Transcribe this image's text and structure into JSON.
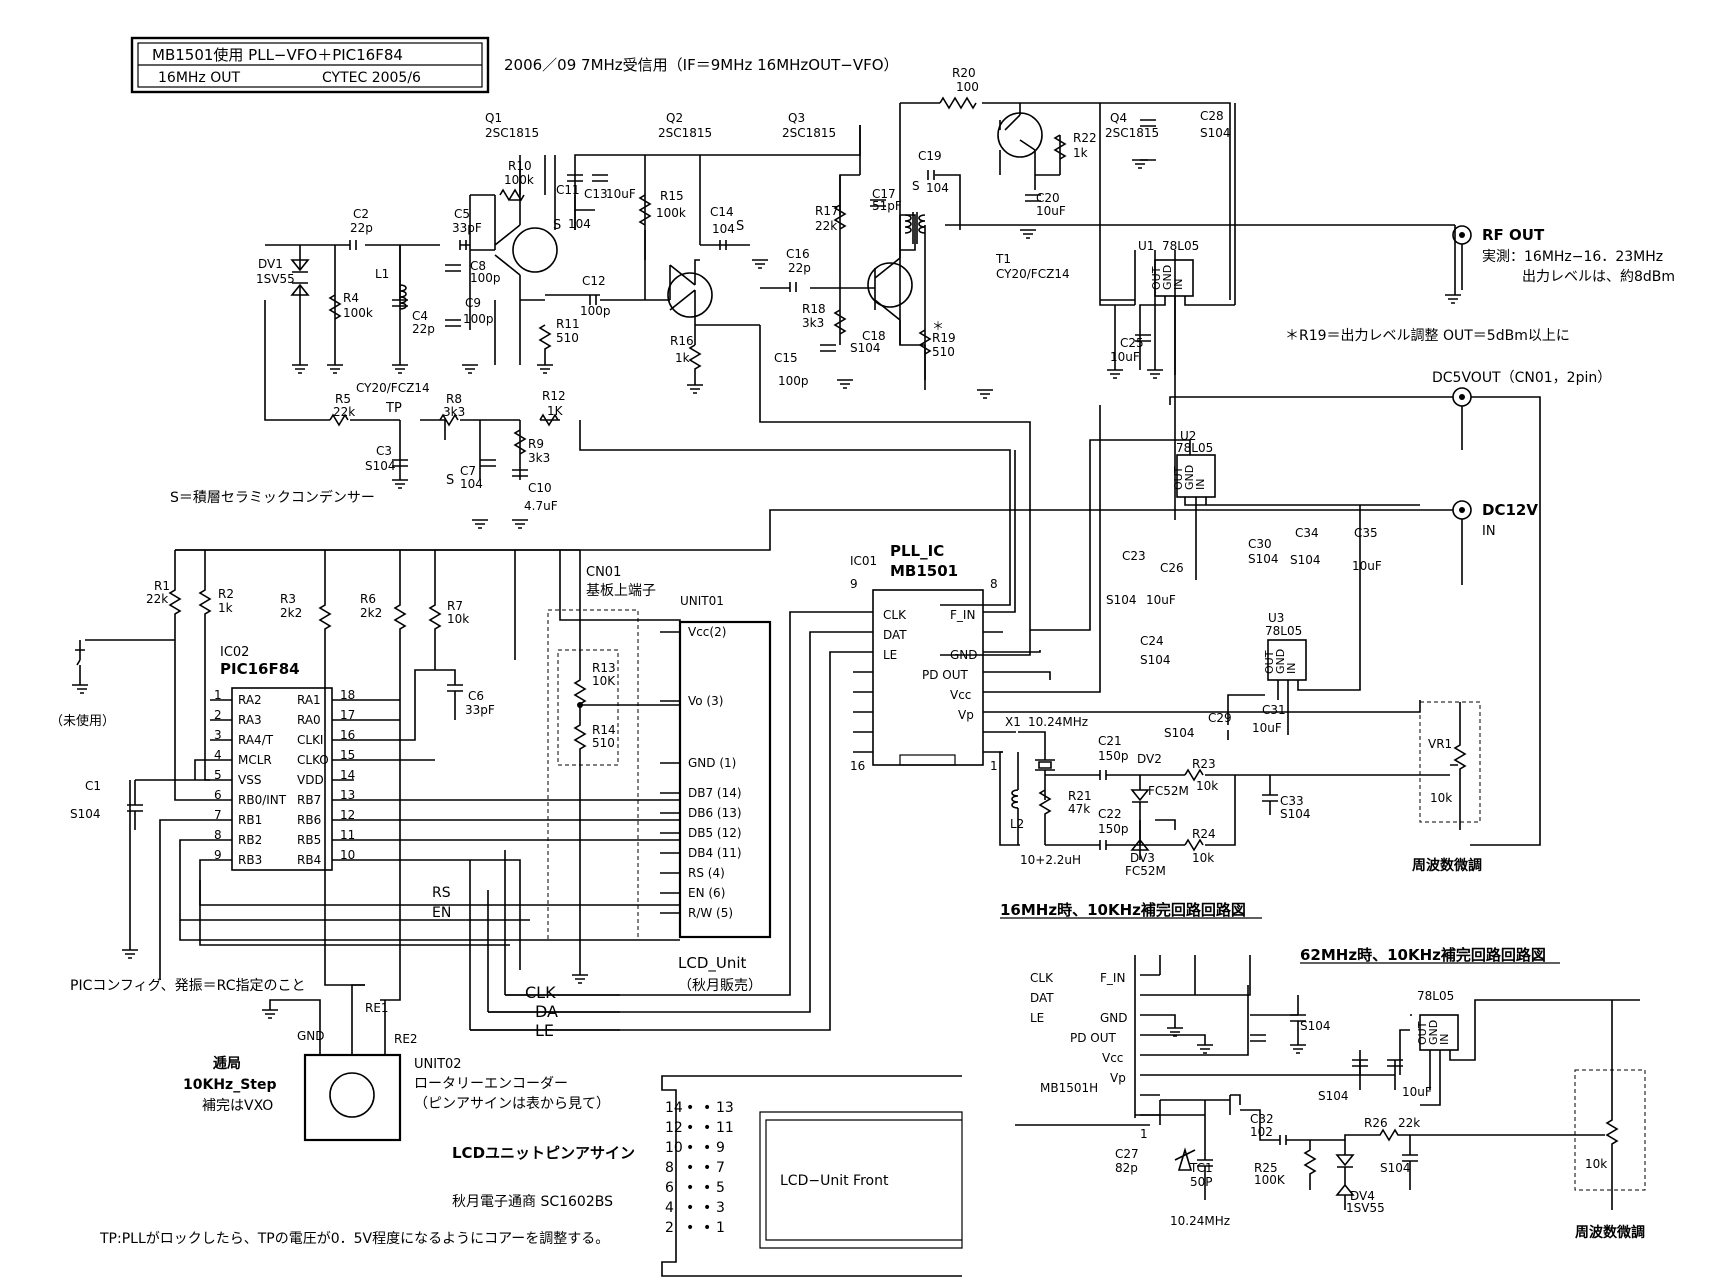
{
  "title_box": {
    "line1": "MB1501使用  PLL−VFO＋PIC16F84",
    "line2_left": "16MHz  OUT",
    "line2_right": "CYTEC  2005/6"
  },
  "subtitle": "2006／09  7MHz受信用（IF＝9MHz  16MHzOUT−VFO）",
  "transistors": {
    "q1": [
      "Q1",
      "2SC1815"
    ],
    "q2": [
      "Q2",
      "2SC1815"
    ],
    "q3": [
      "Q3",
      "2SC1815"
    ],
    "q4": [
      "Q4",
      "2SC1815"
    ]
  },
  "components": {
    "r20": [
      "R20",
      "100"
    ],
    "c28": [
      "C28",
      "S104"
    ],
    "r22": [
      "R22",
      "1k"
    ],
    "c20": [
      "C20",
      "10uF"
    ],
    "c19": [
      "C19",
      "S",
      "104"
    ],
    "c17": [
      "C17",
      "51pF"
    ],
    "t1": [
      "T1",
      "CY20/FCZ14"
    ],
    "r17": [
      "R17",
      "22k"
    ],
    "r18": [
      "R18",
      "3k3"
    ],
    "c18": [
      "C18",
      "S104"
    ],
    "r19": [
      "＊",
      "R19",
      "510"
    ],
    "c16": [
      "C16",
      "22p"
    ],
    "c15": [
      "C15",
      "100p"
    ],
    "r16": [
      "R16",
      "1k"
    ],
    "c14": [
      "C14",
      "104",
      "S"
    ],
    "r15": [
      "R15",
      "100k"
    ],
    "c11": [
      "C11",
      "104"
    ],
    "c13": [
      "C13",
      "10uF"
    ],
    "s_q1": "S",
    "r10": [
      "R10",
      "100k"
    ],
    "c12": [
      "C12",
      "100p"
    ],
    "c8": [
      "C8",
      "100p"
    ],
    "c9": [
      "C9",
      "100p"
    ],
    "r11": [
      "R11",
      "510"
    ],
    "c5": [
      "C5",
      "33pF"
    ],
    "c2": [
      "C2",
      "22p"
    ],
    "dv1": [
      "DV1",
      "1SV55"
    ],
    "r4": [
      "R4",
      "100k"
    ],
    "l1": [
      "L1"
    ],
    "c4": [
      "C4",
      "22p"
    ],
    "l1_part": "CY20/FCZ14",
    "r5": [
      "R5",
      "22k"
    ],
    "tp": "TP",
    "r8": [
      "R8",
      "3k3"
    ],
    "r12": [
      "R12",
      "1K"
    ],
    "r9": [
      "R9",
      "3k3"
    ],
    "c3": [
      "C3",
      "S104"
    ],
    "c7": [
      "C7",
      "S",
      "104"
    ],
    "c10": [
      "C10",
      "4.7uF"
    ],
    "u1": [
      "U1",
      "78L05"
    ],
    "c25": [
      "C25",
      "10uF"
    ],
    "u2": [
      "U2",
      "78L05"
    ],
    "u3": [
      "U3",
      "78L05"
    ],
    "c23": [
      "C23",
      "S104"
    ],
    "c26": [
      "C26",
      "10uF"
    ],
    "c30": [
      "C30",
      "S104"
    ],
    "c34": [
      "C34",
      "S104"
    ],
    "c35": [
      "C35",
      "10uF"
    ],
    "c24": [
      "C24",
      "S104"
    ],
    "c29": [
      "C29",
      "S104"
    ],
    "c31": [
      "C31",
      "10uF"
    ],
    "x1": [
      "X1",
      "10.24MHz"
    ],
    "c21": [
      "C21",
      "150p"
    ],
    "dv2": [
      "DV2",
      "FC52M"
    ],
    "r23": [
      "R23",
      "10k"
    ],
    "r21": [
      "R21",
      "47k"
    ],
    "l2": [
      "L2",
      "10+2.2uH"
    ],
    "c22": [
      "C22",
      "150p"
    ],
    "dv3": [
      "DV3",
      "FC52M"
    ],
    "r24": [
      "R24",
      "10k"
    ],
    "c33": [
      "C33",
      "S104"
    ],
    "vr1": [
      "VR1",
      "10k"
    ],
    "r1": [
      "R1",
      "22k"
    ],
    "r2": [
      "R2",
      "1k"
    ],
    "r3": [
      "R3",
      "2k2"
    ],
    "r6": [
      "R6",
      "2k2"
    ],
    "r7": [
      "R7",
      "10k"
    ],
    "c6": [
      "C6",
      "33pF"
    ],
    "c1": [
      "C1",
      "S104"
    ],
    "r13": [
      "R13",
      "10K"
    ],
    "r14": [
      "R14",
      "510"
    ],
    "sw_unused": "（未使用）",
    "gnd_label": "GND",
    "re1": "RE1",
    "re2": "RE2"
  },
  "ports": {
    "rf_out": "RF OUT",
    "rf_note1": "実測：16MHz−16．23MHz",
    "rf_note2": "出力レベルは、約8dBm",
    "r19_note": "＊R19＝出力レベル調整  OUT＝5dBm以上に",
    "dc5v": "DC5VOUT（CN01，2pin）",
    "dc12v": "DC12V",
    "dc12v_in": "IN"
  },
  "regulator_pins": [
    "OUT",
    "GND",
    "IN"
  ],
  "notes": {
    "ceramic": "S＝積層セラミックコンデンサー",
    "pic_config": "PICコンフィグ、発振＝RC指定のこと",
    "tp_note": "TP:PLLがロックしたら、TPの電圧が0．5V程度になるようにコアーを調整する。",
    "tune1": "周波数微調",
    "tune2": "周波数微調",
    "comp16": "16MHz時、10KHz補完回路回路図",
    "comp62": "62MHz時、10KHz補完回路回路図"
  },
  "pll": {
    "title1": "PLL_IC",
    "title2": "MB1501",
    "ref": "IC01",
    "pin9": "9",
    "pin8": "8",
    "pin16": "16",
    "pin1": "1",
    "left_pins": [
      "CLK",
      "DAT",
      "LE"
    ],
    "right_pins": [
      "F_IN",
      "GND",
      "PD OUT",
      "Vcc",
      "Vp"
    ]
  },
  "pic": {
    "ref": "IC02",
    "name": "PIC16F84",
    "left": [
      [
        "1",
        "RA2"
      ],
      [
        "2",
        "RA3"
      ],
      [
        "3",
        "RA4/T"
      ],
      [
        "4",
        "MCLR"
      ],
      [
        "5",
        "VSS"
      ],
      [
        "6",
        "RB0/INT"
      ],
      [
        "7",
        "RB1"
      ],
      [
        "8",
        "RB2"
      ],
      [
        "9",
        "RB3"
      ]
    ],
    "right": [
      [
        "18",
        "RA1"
      ],
      [
        "17",
        "RA0"
      ],
      [
        "16",
        "CLKI"
      ],
      [
        "15",
        "CLKO"
      ],
      [
        "14",
        "VDD"
      ],
      [
        "13",
        "RB7"
      ],
      [
        "12",
        "RB6"
      ],
      [
        "11",
        "RB5"
      ],
      [
        "10",
        "RB4"
      ]
    ]
  },
  "lcd": {
    "ref": "UNIT01",
    "name": "LCD_Unit",
    "vendor": "（秋月販売）",
    "pins": [
      "Vcc(2)",
      "Vo (3)",
      "GND (1)",
      "DB7 (14)",
      "DB6 (13)",
      "DB5 (12)",
      "DB4 (11)",
      "RS   (4)",
      "EN   (6)",
      "R/W (5)"
    ],
    "cn01": "CN01",
    "cn01_sub": "基板上端子",
    "rs": "RS",
    "en": "EN",
    "clk": "CLK",
    "da": "DA",
    "le": "LE"
  },
  "encoder": {
    "title1": "逓局",
    "title2": "10KHz_Step",
    "title3": "補完はVXO",
    "ref": "UNIT02",
    "name": "ロータリーエンコーダー",
    "note": "（ピンアサインは表から見て）"
  },
  "lcd_pinout": {
    "title": "LCDユニットピンアサイン",
    "vendor": "秋月電子通商  SC1602BS",
    "front": "LCD−Unit  Front",
    "rows": [
      [
        "14",
        "13"
      ],
      [
        "12",
        "11"
      ],
      [
        "10",
        "9"
      ],
      [
        "8",
        "7"
      ],
      [
        "6",
        "5"
      ],
      [
        "4",
        "3"
      ],
      [
        "2",
        "1"
      ]
    ]
  },
  "inset62": {
    "pins": [
      "CLK",
      "DAT",
      "LE"
    ],
    "rpins": [
      "F_IN",
      "GND",
      "PD OUT",
      "Vcc",
      "Vp"
    ],
    "ic": "MB1501H",
    "pin1": "1",
    "reg": "78L05",
    "c_s104a": "S104",
    "c_s104b": "S104",
    "c_10u": "10uF",
    "c27": [
      "C27",
      "82p"
    ],
    "tc1": [
      "TC1",
      "50P"
    ],
    "xtal": "10.24MHz",
    "c32": [
      "C32",
      "102"
    ],
    "r25": [
      "R25",
      "100K"
    ],
    "dv4": [
      "DV4",
      "1SV55"
    ],
    "r26": [
      "R26",
      "22k"
    ],
    "s104c": "S104",
    "vr": "10k"
  }
}
